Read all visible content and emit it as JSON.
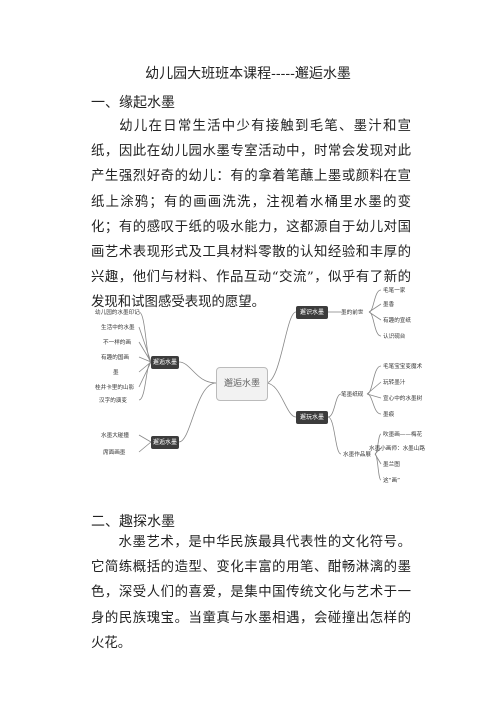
{
  "doc": {
    "title": "幼儿园大班班本课程-----邂逅水墨",
    "sec1": {
      "heading": "一、缘起水墨",
      "body": "幼儿在日常生活中少有接触到毛笔、墨汁和宣纸，因此在幼儿园水墨专室活动中，时常会发现对此产生强烈好奇的幼儿：有的拿着笔蘸上墨或颜料在宣纸上涂鸦；有的画画洗洗，注视着水桶里水墨的变化；有的感叹于纸的吸水能力，这都源自于幼儿对国画艺术表现形式及工具材料零散的认知经验和丰厚的兴趣，他们与材料、作品互动“交流”，似乎有了新的发现和试图感受表现的愿望。"
    },
    "sec2": {
      "heading": "二、趣探水墨",
      "body": "水墨艺术，是中华民族最具代表性的文化符号。它简练概括的造型、变化丰富的用笔、酣畅淋漓的墨色，深受人们的喜爱，是集中国传统文化与艺术于一身的民族瑰宝。当童真与水墨相遇，会碰撞出怎样的火花。"
    }
  },
  "mindmap": {
    "center": "邂逅水墨",
    "left_top": {
      "label": "邂逅水墨",
      "items": [
        "幼儿园的水墨印记",
        "生活中的水墨",
        "不一样的画",
        "有趣的国画",
        "墨",
        "桂井卡里的山影",
        "汉字的演变"
      ]
    },
    "left_bottom": {
      "label": "邂逅水墨",
      "items": [
        "水墨大碰撞",
        "席面画墨"
      ]
    },
    "right_top": {
      "label": "邂识水墨",
      "sub": "墨的前世",
      "items": [
        "毛笔一家",
        "墨香",
        "有趣的宣纸",
        "认识砚台"
      ]
    },
    "right_bottom": {
      "label": "邂玩水墨",
      "sub1": "笔墨纸砚",
      "sub1_items": [
        "毛笔宝宝变魔术",
        "玩转墨汁",
        "宣心中的水墨树",
        "墨痕"
      ],
      "sub2": "水墨作品展",
      "sub2_items": [
        "吹墨画——梅花",
        "水墨小画师：水墨山路",
        "墨兰图",
        "这“画”"
      ]
    }
  }
}
